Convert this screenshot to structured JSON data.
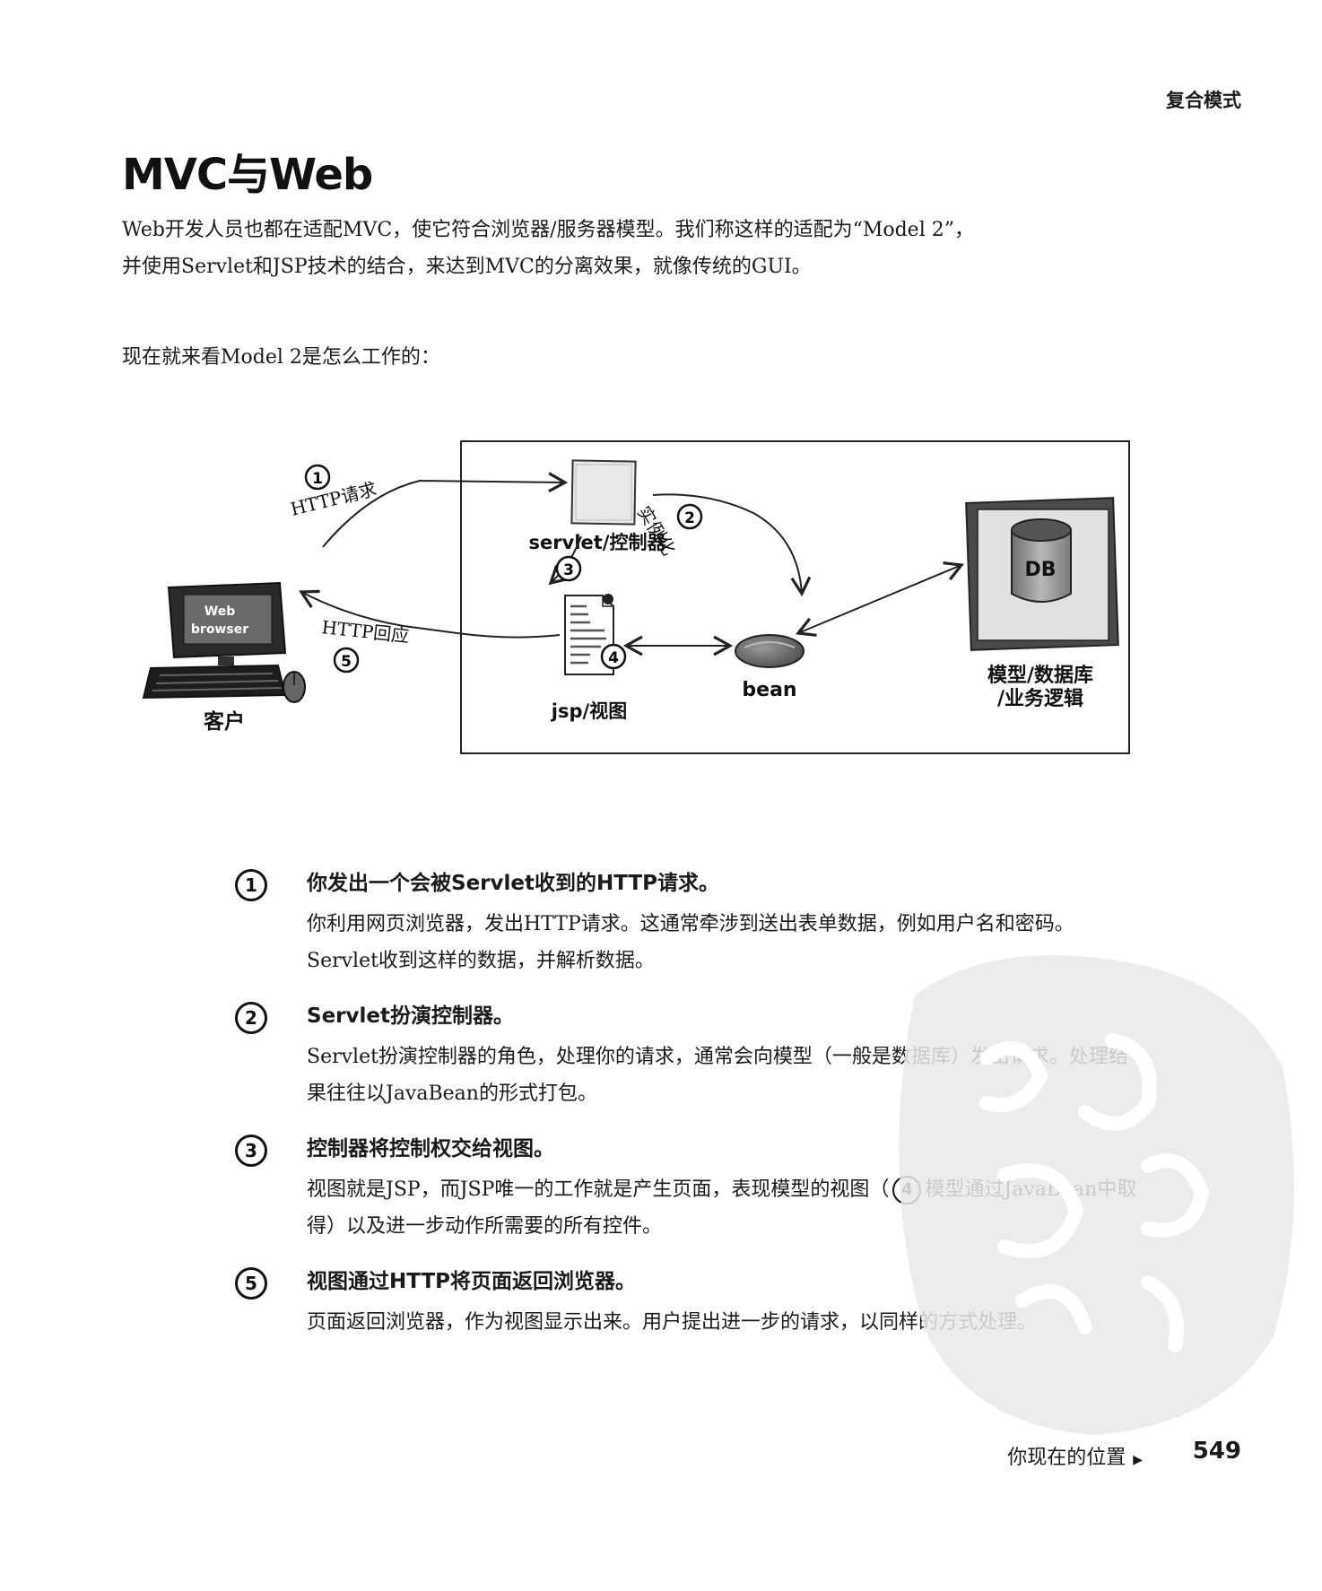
{
  "header": {
    "chapter": "复合模式"
  },
  "title": "MVC与Web",
  "intro": "Web开发人员也都在适配MVC，使它符合浏览器/服务器模型。我们称这样的适配为“Model 2”，并使用Servlet和JSP技术的结合，来达到MVC的分离效果，就像传统的GUI。",
  "intro2": "现在就来看Model 2是怎么工作的：",
  "diagram": {
    "client_label": "客户",
    "browser_label_1": "Web",
    "browser_label_2": "browser",
    "servlet_label": "servlet/控制器",
    "jsp_label": "jsp/视图",
    "bean_label": "bean",
    "db_label": "DB",
    "model_label_1": "模型/数据库",
    "model_label_2": "/业务逻辑",
    "http_request": "HTTP请求",
    "http_response": "HTTP回应",
    "instantiate": "实例化",
    "num1": "1",
    "num2": "2",
    "num3": "3",
    "num4": "4",
    "num5": "5"
  },
  "steps": [
    {
      "num": "1",
      "title": "你发出一个会被Servlet收到的HTTP请求。",
      "body": "你利用网页浏览器，发出HTTP请求。这通常牵涉到送出表单数据，例如用户名和密码。Servlet收到这样的数据，并解析数据。"
    },
    {
      "num": "2",
      "title": "Servlet扮演控制器。",
      "body": "Servlet扮演控制器的角色，处理你的请求，通常会向模型（一般是数据库）发出请求。处理结果往往以JavaBean的形式打包。"
    },
    {
      "num": "3",
      "title": "控制器将控制权交给视图。",
      "body_a": "视图就是JSP，而JSP唯一的工作就是产生页面，表现模型的视图（",
      "inline_num": "4",
      "body_b": "模型通过JavaBean中取得）以及进一步动作所需要的所有控件。"
    },
    {
      "num": "5",
      "title": "视图通过HTTP将页面返回浏览器。",
      "body": "页面返回浏览器，作为视图显示出来。用户提出进一步的请求，以同样的方式处理。"
    }
  ],
  "footer": {
    "nav": "你现在的位置",
    "page": "549"
  }
}
